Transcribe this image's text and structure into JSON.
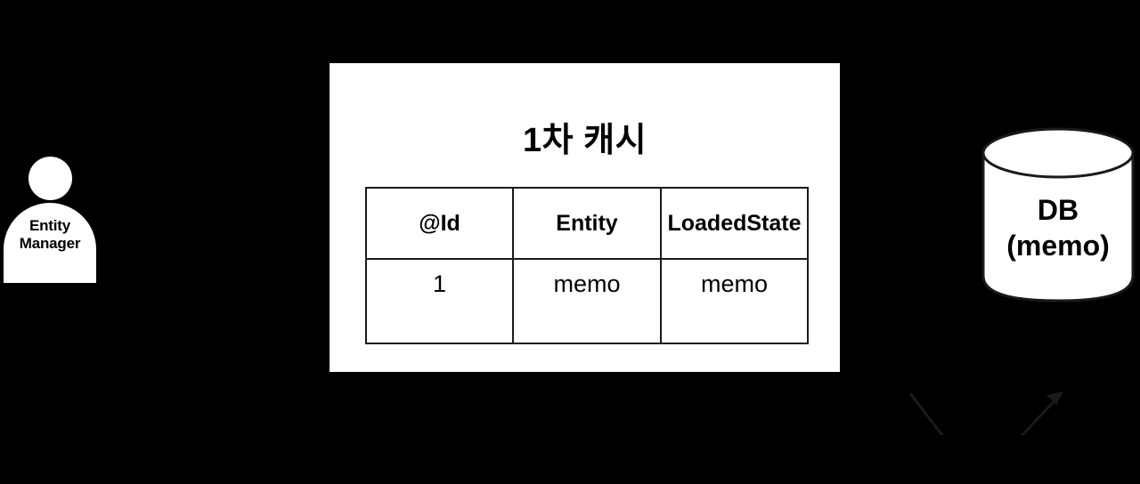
{
  "diagram": {
    "background_color": "#000000",
    "panel_color": "#ffffff",
    "stroke_color": "#1a1a1a"
  },
  "actor": {
    "name": "Entity Manager",
    "line1": "Entity",
    "line2": "Manager"
  },
  "cache_panel": {
    "title": "1차 캐시",
    "table": {
      "headers": [
        "@Id",
        "Entity",
        "LoadedState"
      ],
      "rows": [
        [
          "1",
          "memo",
          "memo"
        ]
      ]
    }
  },
  "database": {
    "line1": "DB",
    "line2": "(memo)"
  },
  "connectors": [
    {
      "name": "entity-connector-line",
      "kind": "plain-line"
    },
    {
      "name": "loadedstate-connector-arrow",
      "kind": "arrow-up-right"
    }
  ]
}
